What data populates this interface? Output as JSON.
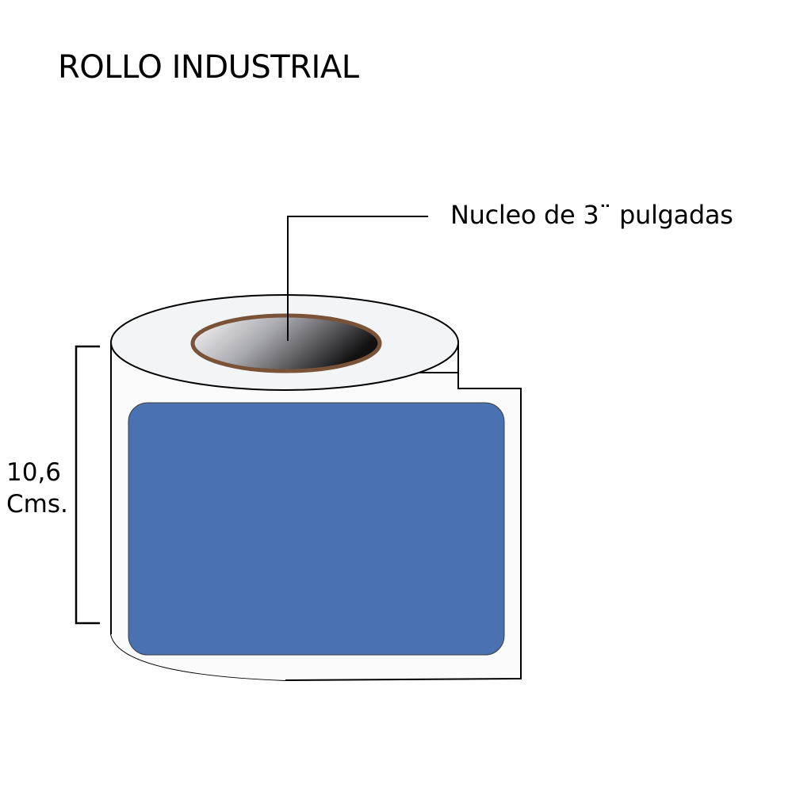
{
  "title": "ROLLO INDUSTRIAL",
  "core_callout": "Nucleo de 3¨ pulgadas",
  "dimension": {
    "value": "10,6",
    "unit": "Cms."
  },
  "colors": {
    "label_fill": "#4a71b1",
    "roll_fill": "#f2f4f5",
    "core_ring": "#7a5238",
    "outline": "#000000"
  }
}
